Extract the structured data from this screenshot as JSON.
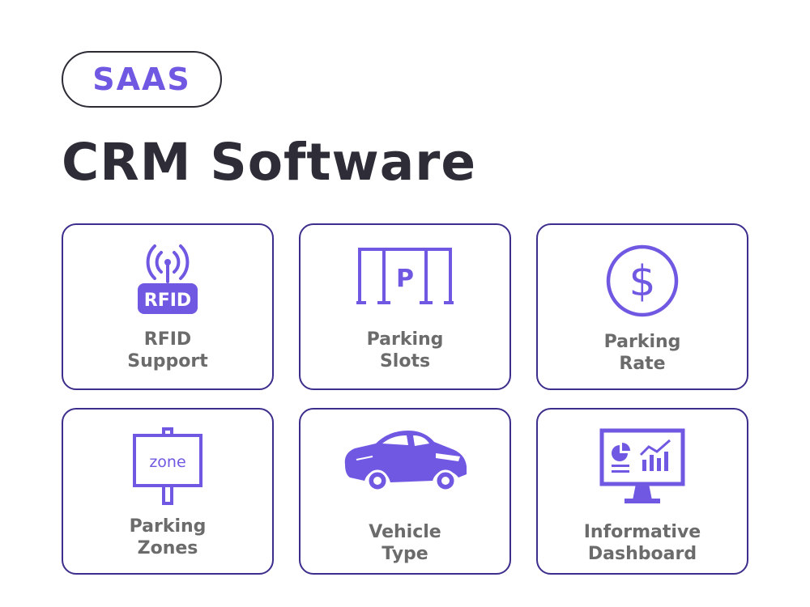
{
  "badge": {
    "label": "SAAS"
  },
  "title": "CRM Software",
  "colors": {
    "accent": "#7158e2",
    "border": "#3b2e8c",
    "title": "#2d2c37",
    "label": "#6b6b6b"
  },
  "cards": [
    {
      "icon": "rfid-icon",
      "line1": "RFID",
      "line2": "Support",
      "icon_text": "RFID"
    },
    {
      "icon": "parking-slots-icon",
      "line1": "Parking",
      "line2": "Slots",
      "icon_text": "P"
    },
    {
      "icon": "dollar-icon",
      "line1": "Parking",
      "line2": "Rate",
      "icon_text": "$"
    },
    {
      "icon": "zone-sign-icon",
      "line1": "Parking",
      "line2": "Zones",
      "icon_text": "zone"
    },
    {
      "icon": "car-icon",
      "line1": "Vehicle",
      "line2": "Type"
    },
    {
      "icon": "dashboard-monitor-icon",
      "line1": "Informative",
      "line2": "Dashboard"
    }
  ]
}
